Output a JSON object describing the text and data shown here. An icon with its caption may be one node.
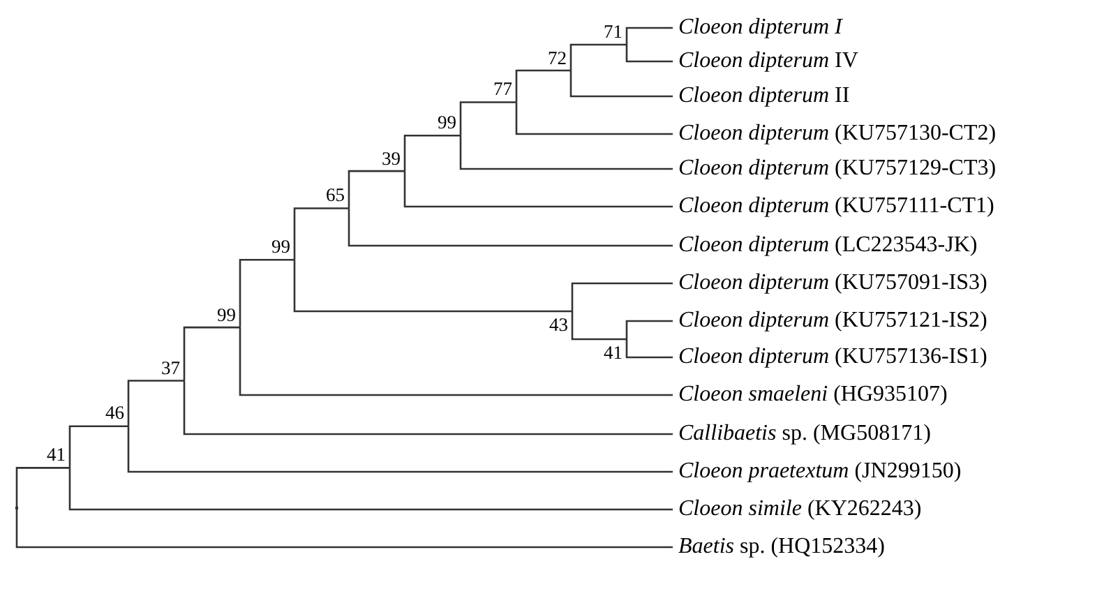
{
  "diagram": {
    "nodes": [
      {
        "text": [
          "41"
        ]
      },
      {
        "text": [
          "46"
        ]
      },
      {
        "text": [
          "37"
        ]
      },
      {
        "text": [
          "99"
        ]
      },
      {
        "text": [
          "99"
        ]
      },
      {
        "text": [
          "65"
        ]
      },
      {
        "text": [
          "39"
        ]
      },
      {
        "text": [
          "99"
        ]
      },
      {
        "text": [
          "77"
        ]
      },
      {
        "text": [
          "72"
        ]
      },
      {
        "text": [
          "71"
        ]
      },
      {
        "text": [
          "43"
        ]
      },
      {
        "text": [
          "41"
        ]
      },
      {
        "text": [],
        "shape": "point"
      },
      {
        "text": [
          "*Cloeon dipterum I*"
        ]
      },
      {
        "text": [
          "*Cloeon dipterum* IV"
        ]
      },
      {
        "text": [
          "*Cloeon dipterum* II"
        ]
      },
      {
        "text": [
          "*Cloeon dipterum* (KU757130-CT2)"
        ]
      },
      {
        "text": [
          "*Cloeon dipterum* (KU757129-CT3)"
        ]
      },
      {
        "text": [
          "*Cloeon dipterum* (KU757111-CT1)"
        ]
      },
      {
        "text": [
          "*Cloeon dipterum* (LC223543-JK)"
        ]
      },
      {
        "text": [
          "*Cloeon dipterum* (KU757091-IS3)"
        ]
      },
      {
        "text": [
          "*Cloeon dipterum* (KU757121-IS2)"
        ]
      },
      {
        "text": [
          "*Cloeon dipterum* (KU757136-IS1)"
        ]
      },
      {
        "text": [
          "*Cloeon smaeleni* (HG935107)"
        ]
      },
      {
        "text": [
          "*Callibaetis* sp. (MG508171)"
        ]
      },
      {
        "text": [
          "*Cloeon praetextum* (JN299150)"
        ]
      },
      {
        "text": [
          "*Cloeon simile* (KY262243)"
        ]
      },
      {
        "text": [
          "*Baetis* sp. (HQ152334)"
        ]
      }
    ],
    "edges": [
      {
        "from": 13,
        "to": 0,
        "arrow": "none"
      },
      {
        "from": 13,
        "to": 28,
        "arrow": "none"
      },
      {
        "from": 0,
        "to": 1,
        "arrow": "none"
      },
      {
        "from": 0,
        "to": 27,
        "arrow": "none"
      },
      {
        "from": 1,
        "to": 2,
        "arrow": "none"
      },
      {
        "from": 1,
        "to": 26,
        "arrow": "none"
      },
      {
        "from": 2,
        "to": 3,
        "arrow": "none"
      },
      {
        "from": 2,
        "to": 25,
        "arrow": "none"
      },
      {
        "from": 3,
        "to": 4,
        "arrow": "none"
      },
      {
        "from": 3,
        "to": 24,
        "arrow": "none"
      },
      {
        "from": 4,
        "to": 5,
        "arrow": "none"
      },
      {
        "from": 4,
        "to": 11,
        "arrow": "none"
      },
      {
        "from": 5,
        "to": 6,
        "arrow": "none"
      },
      {
        "from": 5,
        "to": 20,
        "arrow": "none"
      },
      {
        "from": 6,
        "to": 7,
        "arrow": "none"
      },
      {
        "from": 6,
        "to": 19,
        "arrow": "none"
      },
      {
        "from": 7,
        "to": 8,
        "arrow": "none"
      },
      {
        "from": 7,
        "to": 18,
        "arrow": "none"
      },
      {
        "from": 8,
        "to": 9,
        "arrow": "none"
      },
      {
        "from": 8,
        "to": 17,
        "arrow": "none"
      },
      {
        "from": 9,
        "to": 10,
        "arrow": "none"
      },
      {
        "from": 9,
        "to": 16,
        "arrow": "none"
      },
      {
        "from": 10,
        "to": 14,
        "arrow": "none"
      },
      {
        "from": 10,
        "to": 15,
        "arrow": "none"
      },
      {
        "from": 11,
        "to": 21,
        "arrow": "none"
      },
      {
        "from": 11,
        "to": 12,
        "arrow": "none"
      },
      {
        "from": 12,
        "to": 22,
        "arrow": "none"
      },
      {
        "from": 12,
        "to": 23,
        "arrow": "none"
      }
    ]
  }
}
